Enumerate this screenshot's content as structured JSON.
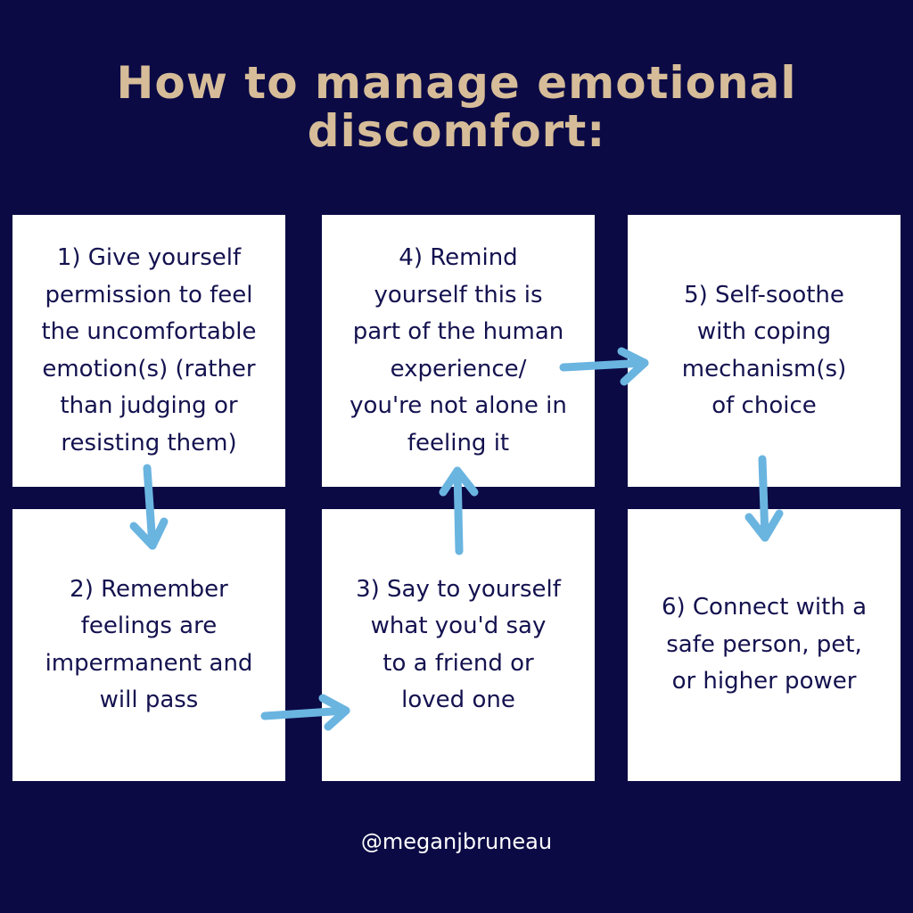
{
  "title": {
    "lines": [
      "How to manage emotional",
      "discomfort:"
    ]
  },
  "steps": [
    {
      "lines": [
        "1) Give yourself",
        "permission to feel",
        "the uncomfortable",
        "emotion(s) (rather",
        "than judging or",
        "resisting them)"
      ]
    },
    {
      "lines": [
        "2) Remember",
        "feelings are",
        "impermanent and",
        "will pass"
      ]
    },
    {
      "lines": [
        "3) Say to yourself",
        "what you'd say",
        "to a friend or",
        "loved one"
      ]
    },
    {
      "lines": [
        "4) Remind",
        "yourself this is",
        "part of the human",
        "experience/",
        "you're not alone in",
        "feeling it"
      ]
    },
    {
      "lines": [
        "5) Self-soothe",
        "with coping",
        "mechanism(s)",
        "of choice"
      ]
    },
    {
      "lines": [
        "6) Connect with a",
        "safe person, pet,",
        "or higher power"
      ]
    }
  ],
  "handle": "@meganjbruneau",
  "colors": {
    "background": "#0b0a45",
    "title": "#d6bc98",
    "arrow": "#6ab4e0",
    "text": "#14124f"
  }
}
